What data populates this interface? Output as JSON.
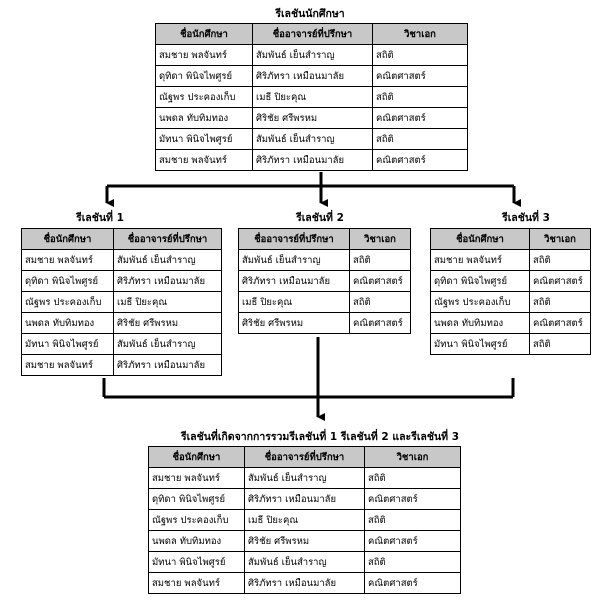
{
  "top": {
    "title": "รีเลชันนักศึกษา",
    "headers": [
      "ชื่อนักศึกษา",
      "ชื่ออาจารย์ที่ปรึกษา",
      "วิชาเอก"
    ],
    "rows": [
      [
        "สมชาย  พลจันทร์",
        "สัมพันธ์  เย็นสำราญ",
        "สถิติ"
      ],
      [
        "ดุทิดา  พินิจไพศูรย์",
        "ศิริภัทรา  เหมือนมาลัย",
        "คณิตศาสตร์"
      ],
      [
        "ณัฐพร  ประคองเก็บ",
        "เมธี  ปิยะคุณ",
        "สถิติ"
      ],
      [
        "นพดล  ทับทิมทอง",
        "ศิริชัย  ศรีพรหม",
        "คณิตศาสตร์"
      ],
      [
        "มัทนา  พินิจไพศูรย์",
        "สัมพันธ์  เย็นสำราญ",
        "สถิติ"
      ],
      [
        "สมชาย  พลจันทร์",
        "ศิริภัทรา  เหมือนมาลัย",
        "คณิตศาสตร์"
      ]
    ]
  },
  "r1": {
    "title": "รีเลชันที่ 1",
    "headers": [
      "ชื่อนักศึกษา",
      "ชื่ออาจารย์ที่ปรึกษา"
    ],
    "rows": [
      [
        "สมชาย  พลจันทร์",
        "สัมพันธ์  เย็นสำราญ"
      ],
      [
        "ดุทิดา  พินิจไพศูรย์",
        "ศิริภัทรา  เหมือนมาลัย"
      ],
      [
        "ณัฐพร  ประคองเก็บ",
        "เมธี  ปิยะคุณ"
      ],
      [
        "นพดล  ทับทิมทอง",
        "ศิริชัย  ศรีพรหม"
      ],
      [
        "มัทนา  พินิจไพศูรย์",
        "สัมพันธ์  เย็นสำราญ"
      ],
      [
        "สมชาย  พลจันทร์",
        "ศิริภัทรา  เหมือนมาลัย"
      ]
    ]
  },
  "r2": {
    "title": "รีเลชันที่ 2",
    "headers": [
      "ชื่ออาจารย์ที่ปรึกษา",
      "วิชาเอก"
    ],
    "rows": [
      [
        "สัมพันธ์  เย็นสำราญ",
        "สถิติ"
      ],
      [
        "ศิริภัทรา  เหมือนมาลัย",
        "คณิตศาสตร์"
      ],
      [
        "เมธี  ปิยะคุณ",
        "สถิติ"
      ],
      [
        "ศิริชัย  ศรีพรหม",
        "คณิตศาสตร์"
      ]
    ]
  },
  "r3": {
    "title": "รีเลชันที่ 3",
    "headers": [
      "ชื่อนักศึกษา",
      "วิชาเอก"
    ],
    "rows": [
      [
        "สมชาย  พลจันทร์",
        "สถิติ"
      ],
      [
        "ดุทิดา  พินิจไพศูรย์",
        "คณิตศาสตร์"
      ],
      [
        "ณัฐพร  ประคองเก็บ",
        "สถิติ"
      ],
      [
        "นพดล  ทับทิมทอง",
        "คณิตศาสตร์"
      ],
      [
        "มัทนา  พินิจไพศูรย์",
        "สถิติ"
      ]
    ]
  },
  "joined": {
    "title": "รีเลชันที่เกิดจากการรวมรีเลชันที่ 1 รีเลชันที่ 2 และรีเลชันที่ 3",
    "headers": [
      "ชื่อนักศึกษา",
      "ชื่ออาจารย์ที่ปรึกษา",
      "วิชาเอก"
    ],
    "rows": [
      [
        "สมชาย  พลจันทร์",
        "สัมพันธ์  เย็นสำราญ",
        "สถิติ"
      ],
      [
        "ดุทิดา  พินิจไพศูรย์",
        "ศิริภัทรา  เหมือนมาลัย",
        "คณิตศาสตร์"
      ],
      [
        "ณัฐพร  ประคองเก็บ",
        "เมธี  ปิยะคุณ",
        "สถิติ"
      ],
      [
        "นพดล  ทับทิมทอง",
        "ศิริชัย  ศรีพรหม",
        "คณิตศาสตร์"
      ],
      [
        "มัทนา  พินิจไพศูรย์",
        "สัมพันธ์  เย็นสำราญ",
        "สถิติ"
      ],
      [
        "สมชาย  พลจันทร์",
        "ศิริภัทรา  เหมือนมาลัย",
        "คณิตศาสตร์"
      ]
    ]
  }
}
